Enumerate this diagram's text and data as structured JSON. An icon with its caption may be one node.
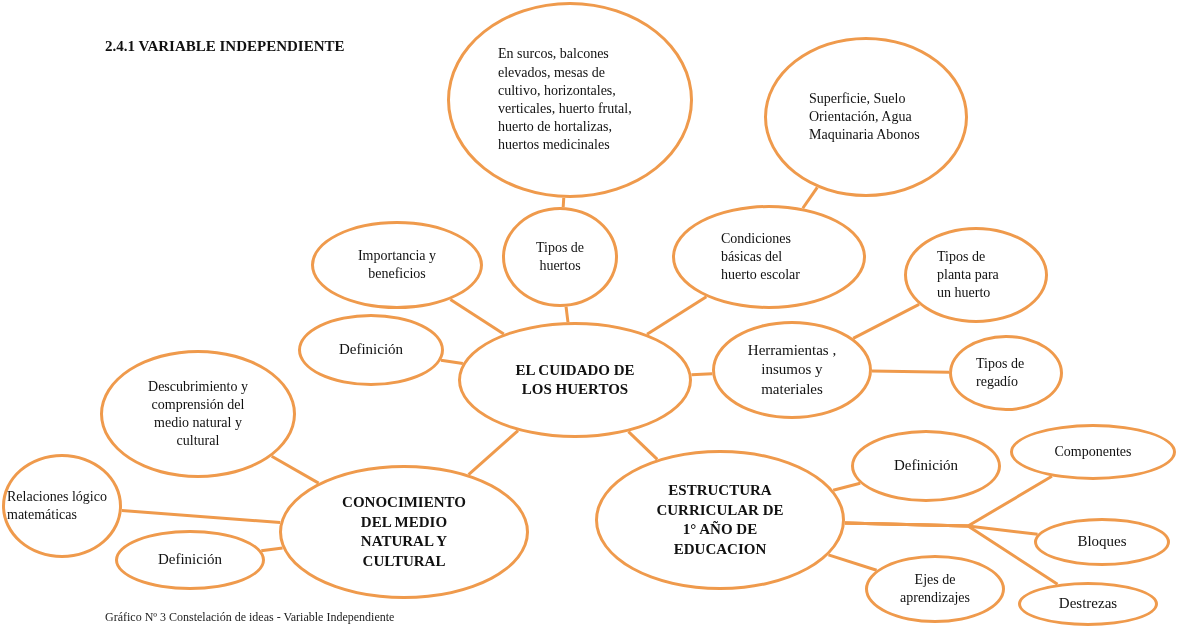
{
  "diagram": {
    "title": "2.4.1 VARIABLE INDEPENDIENTE",
    "caption": "Gráfico Nº 3 Constelación de ideas - Variable Independiente",
    "nodes": [
      {
        "text": [
          "EL CUIDADO DE LOS HUERTOS"
        ]
      },
      {
        "text": [
          "Importancia y beneficios"
        ]
      },
      {
        "text": [
          "Tipos de huertos"
        ]
      },
      {
        "text": [
          "En surcos, balcones elevados, mesas de cultivo, horizontales, verticales, huerto frutal, huerto de hortalizas, huertos medicinales"
        ]
      },
      {
        "text": [
          "Condiciones básicas del huerto escolar"
        ]
      },
      {
        "text": [
          "Superficie, Suelo Orientación, Agua Maquinaria Abonos"
        ]
      },
      {
        "text": [
          "Definición"
        ]
      },
      {
        "text": [
          "Herramientas , insumos y materiales"
        ]
      },
      {
        "text": [
          "Tipos de planta para un huerto"
        ]
      },
      {
        "text": [
          "Tipos de regadío"
        ]
      },
      {
        "text": [
          "Descubrimiento y comprensión del medio natural y cultural"
        ]
      },
      {
        "text": [
          "CONOCIMIENTO DEL MEDIO NATURAL Y CULTURAL"
        ]
      },
      {
        "text": [
          "Relaciones lógico matemáticas"
        ]
      },
      {
        "text": [
          "Definición"
        ]
      },
      {
        "text": [
          "ESTRUCTURA CURRICULAR DE 1° AÑO DE EDUCACION"
        ]
      },
      {
        "text": [
          "Definición"
        ]
      },
      {
        "text": [
          "Componentes"
        ]
      },
      {
        "text": [
          "Bloques"
        ]
      },
      {
        "text": [
          "Ejes de aprendizajes"
        ]
      },
      {
        "text": [
          "Destrezas"
        ]
      }
    ],
    "edges": [
      {
        "from": 0,
        "to": 1,
        "arrow": "none"
      },
      {
        "from": 0,
        "to": 2,
        "arrow": "none"
      },
      {
        "from": 2,
        "to": 3,
        "arrow": "none"
      },
      {
        "from": 0,
        "to": 4,
        "arrow": "none"
      },
      {
        "from": 4,
        "to": 5,
        "arrow": "none"
      },
      {
        "from": 0,
        "to": 6,
        "arrow": "none"
      },
      {
        "from": 0,
        "to": 7,
        "arrow": "none"
      },
      {
        "from": 7,
        "to": 8,
        "arrow": "none"
      },
      {
        "from": 7,
        "to": 9,
        "arrow": "none"
      },
      {
        "from": 0,
        "to": 11,
        "arrow": "none"
      },
      {
        "from": 11,
        "to": 10,
        "arrow": "none"
      },
      {
        "from": 11,
        "to": 12,
        "arrow": "none"
      },
      {
        "from": 11,
        "to": 13,
        "arrow": "none"
      },
      {
        "from": 0,
        "to": 14,
        "arrow": "none"
      },
      {
        "from": 14,
        "to": 15,
        "arrow": "none"
      },
      {
        "from": 14,
        "to": 16,
        "arrow": "none"
      },
      {
        "from": 14,
        "to": 17,
        "arrow": "none"
      },
      {
        "from": 14,
        "to": 18,
        "arrow": "none"
      },
      {
        "from": 14,
        "to": 19,
        "arrow": "none"
      }
    ]
  }
}
